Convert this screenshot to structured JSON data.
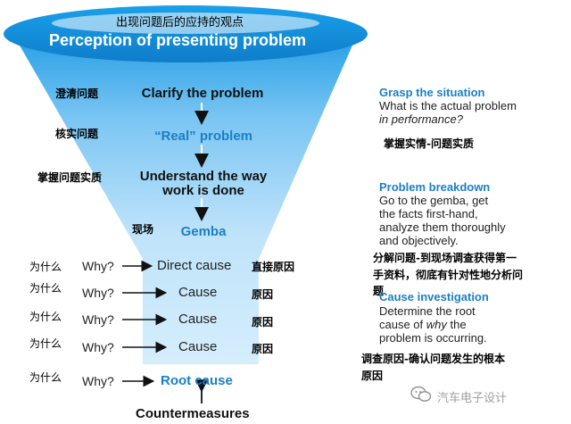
{
  "header": {
    "title_cn": "出现问题后的应持的观点",
    "title_en": "Perception of presenting problem"
  },
  "funnel": {
    "stages": [
      {
        "cn": "澄清问题",
        "en": "Clarify the problem"
      },
      {
        "cn": "核实问题",
        "en": "“Real” problem"
      },
      {
        "cn": "掌握问题实质",
        "en_line1": "Understand the way",
        "en_line2": "work is done"
      },
      {
        "cn": "现场",
        "en": "Gemba"
      }
    ],
    "whys": [
      {
        "cn": "为什么",
        "why": "Why?",
        "cause": "Direct cause",
        "cause_cn": "直接原因"
      },
      {
        "cn": "为什么",
        "why": "Why?",
        "cause": "Cause",
        "cause_cn": "原因"
      },
      {
        "cn": "为什么",
        "why": "Why?",
        "cause": "Cause",
        "cause_cn": "原因"
      },
      {
        "cn": "为什么",
        "why": "Why?",
        "cause": "Cause",
        "cause_cn": "原因"
      }
    ],
    "root": {
      "cn": "为什么",
      "why": "Why?",
      "label": "Root cause"
    },
    "countermeasures": "Countermeasures"
  },
  "right_panel": {
    "grasp": {
      "heading": "Grasp the situation",
      "line1": "What is the actual problem",
      "line2": "in performance?",
      "cn": "掌握实情-问题实质"
    },
    "breakdown": {
      "heading": "Problem breakdown",
      "line1": "Go to the gemba, get",
      "line2": "the facts first-hand,",
      "line3": "analyze them thoroughly",
      "line4": "and objectively.",
      "cn1": "分解问题-到现场调查获得第一",
      "cn2": "手资料，彻底有针对性地分析问",
      "cn3": "题"
    },
    "investigation": {
      "heading": "Cause investigation",
      "line1": "Determine the root",
      "line2_pre": "cause of ",
      "line2_em": "why",
      "line2_post": " the",
      "line3": "problem is occurring.",
      "cn1": "调查原因-确认问题发生的根本",
      "cn2": "原因"
    }
  },
  "watermark": {
    "text": "汽车电子设计"
  },
  "colors": {
    "header_blue": "#1b7fc4",
    "funnel_top": "#1588d6",
    "funnel_bottom": "#c8e6fa",
    "accent_text": "#1b7fc4"
  }
}
